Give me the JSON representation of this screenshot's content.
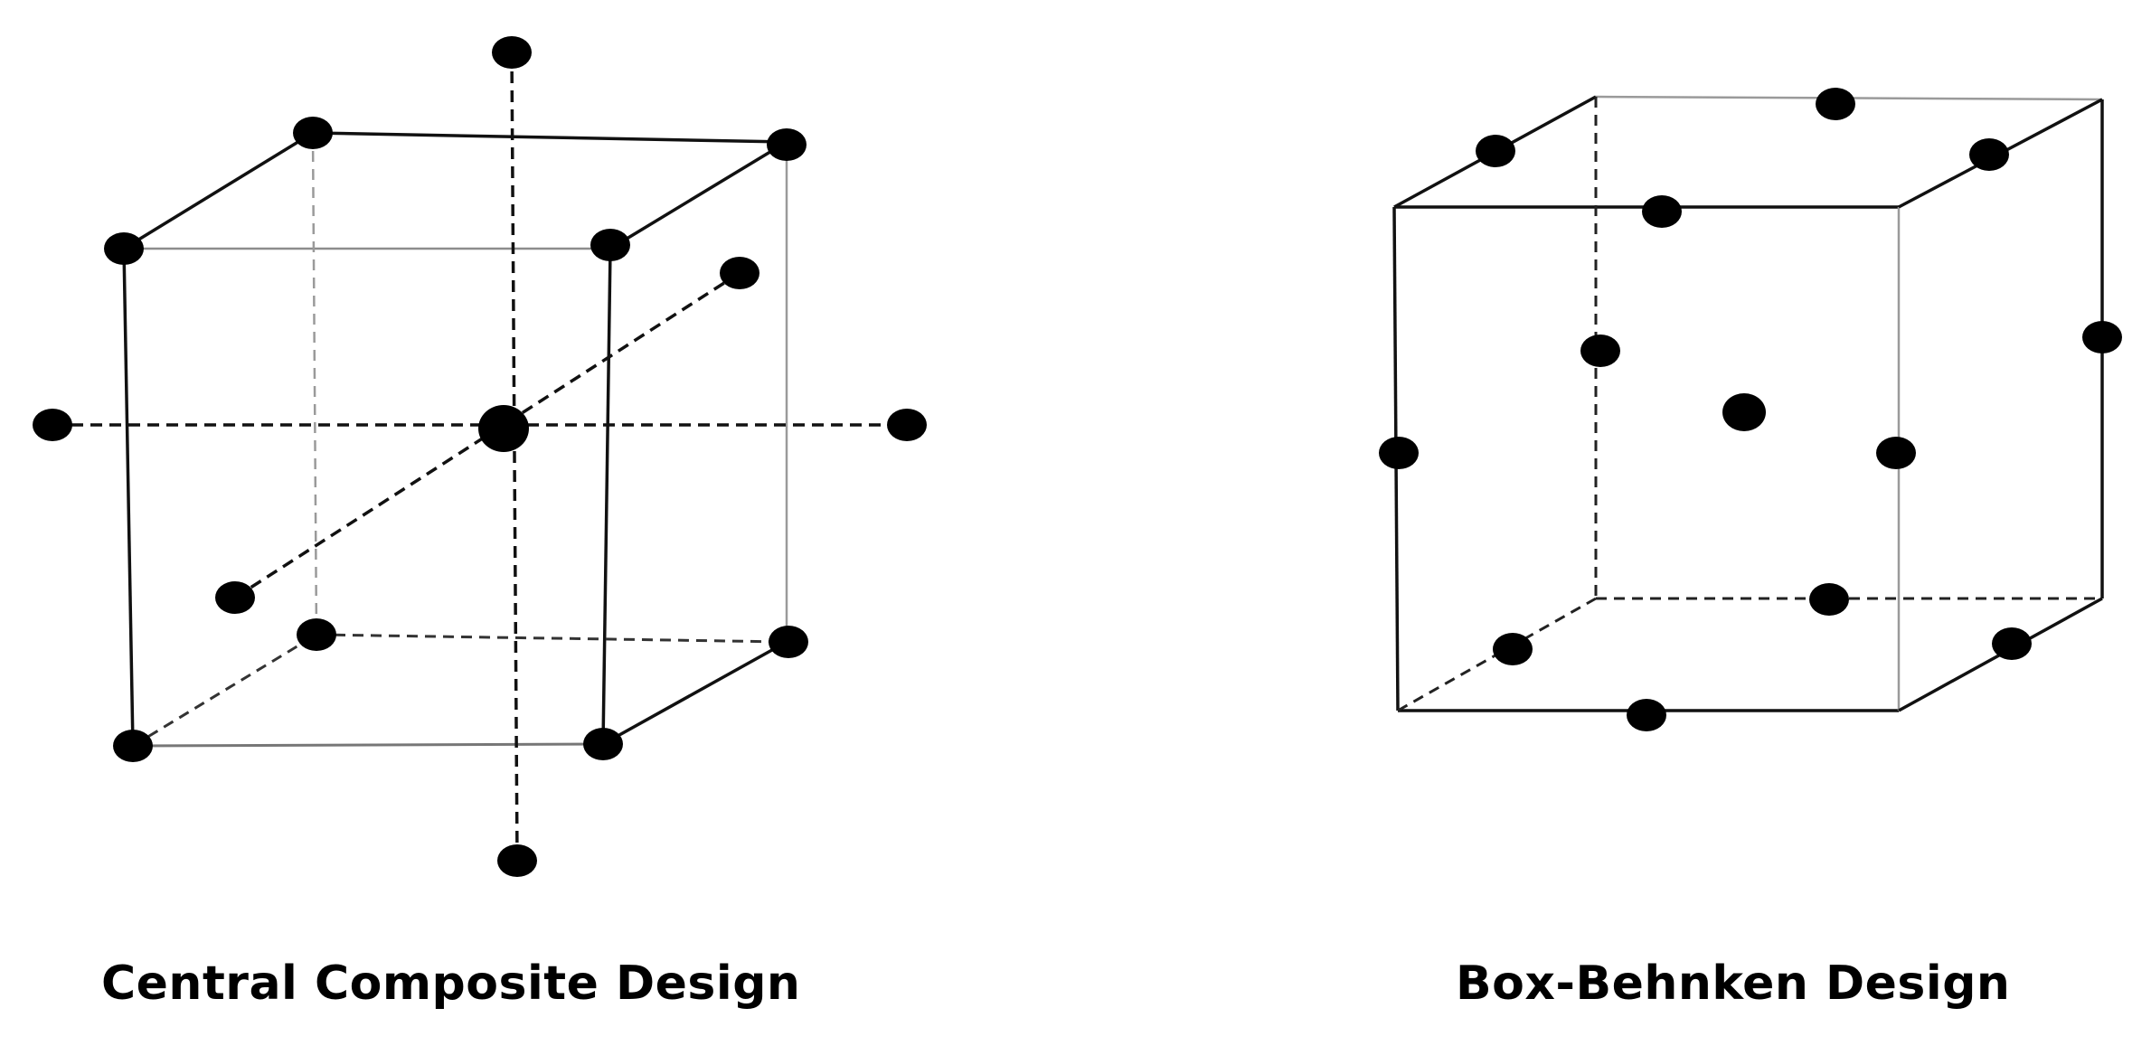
{
  "figures": [
    {
      "id": "ccd",
      "caption": "Central Composite Design",
      "point_groups": [
        "factorial-corner",
        "axial-star",
        "center"
      ]
    },
    {
      "id": "bbd",
      "caption": "Box-Behnken Design",
      "point_groups": [
        "edge-midpoint",
        "center"
      ]
    }
  ],
  "colors": {
    "edge_solid": "#111111",
    "edge_light": "#9a9a9a",
    "edge_hidden": "#222222",
    "point": "#000000"
  }
}
